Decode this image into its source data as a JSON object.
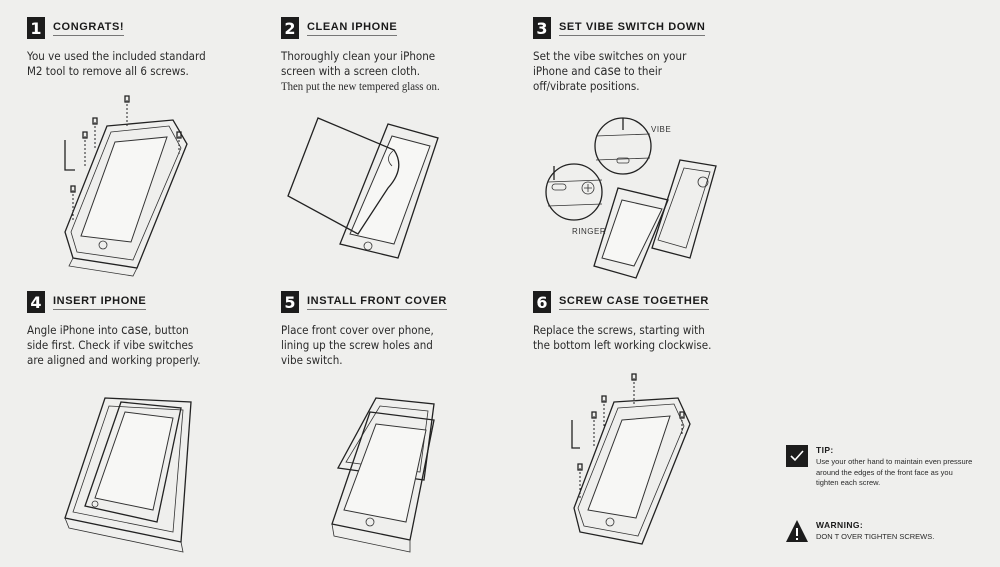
{
  "steps": [
    {
      "number": "1",
      "title": "CONGRATS!",
      "lines": [
        "You ve used the included standard",
        "M2 tool to remove all 6 screws."
      ]
    },
    {
      "number": "2",
      "title": "CLEAN IPHONE",
      "lines": [
        "Thoroughly clean your iPhone",
        "screen with a screen cloth.",
        "Then put the new tempered glass on."
      ]
    },
    {
      "number": "3",
      "title": "SET VIBE SWITCH DOWN",
      "lines": [
        "Set the vibe switches on your"
      ],
      "line2_pre": "iPhone and",
      "line2_case": "case",
      "line2_post": "to their",
      "line3": "off/vibrate positions.",
      "callouts": {
        "vibe": "VIBE",
        "ringer": "RINGER"
      }
    },
    {
      "number": "4",
      "title": "INSERT IPHONE",
      "line1_pre": "Angle iPhone into",
      "line1_case": "case",
      "line1_post": ", button",
      "lines": [
        "side first. Check if vibe switches",
        "are aligned and working properly."
      ]
    },
    {
      "number": "5",
      "title": "INSTALL FRONT COVER",
      "lines": [
        "Place front cover over phone,",
        "lining up the screw holes and",
        "vibe switch."
      ]
    },
    {
      "number": "6",
      "title": "SCREW CASE TOGETHER",
      "lines": [
        "Replace the screws, starting with",
        "the bottom left working clockwise."
      ]
    }
  ],
  "tip": {
    "title": "TIP:",
    "lines": [
      "Use your other hand to maintain even pressure",
      "around the edges of the front face as you",
      "tighten each screw."
    ]
  },
  "warning": {
    "title": "WARNING:",
    "lines": [
      "DON T OVER TIGHTEN SCREWS."
    ]
  }
}
